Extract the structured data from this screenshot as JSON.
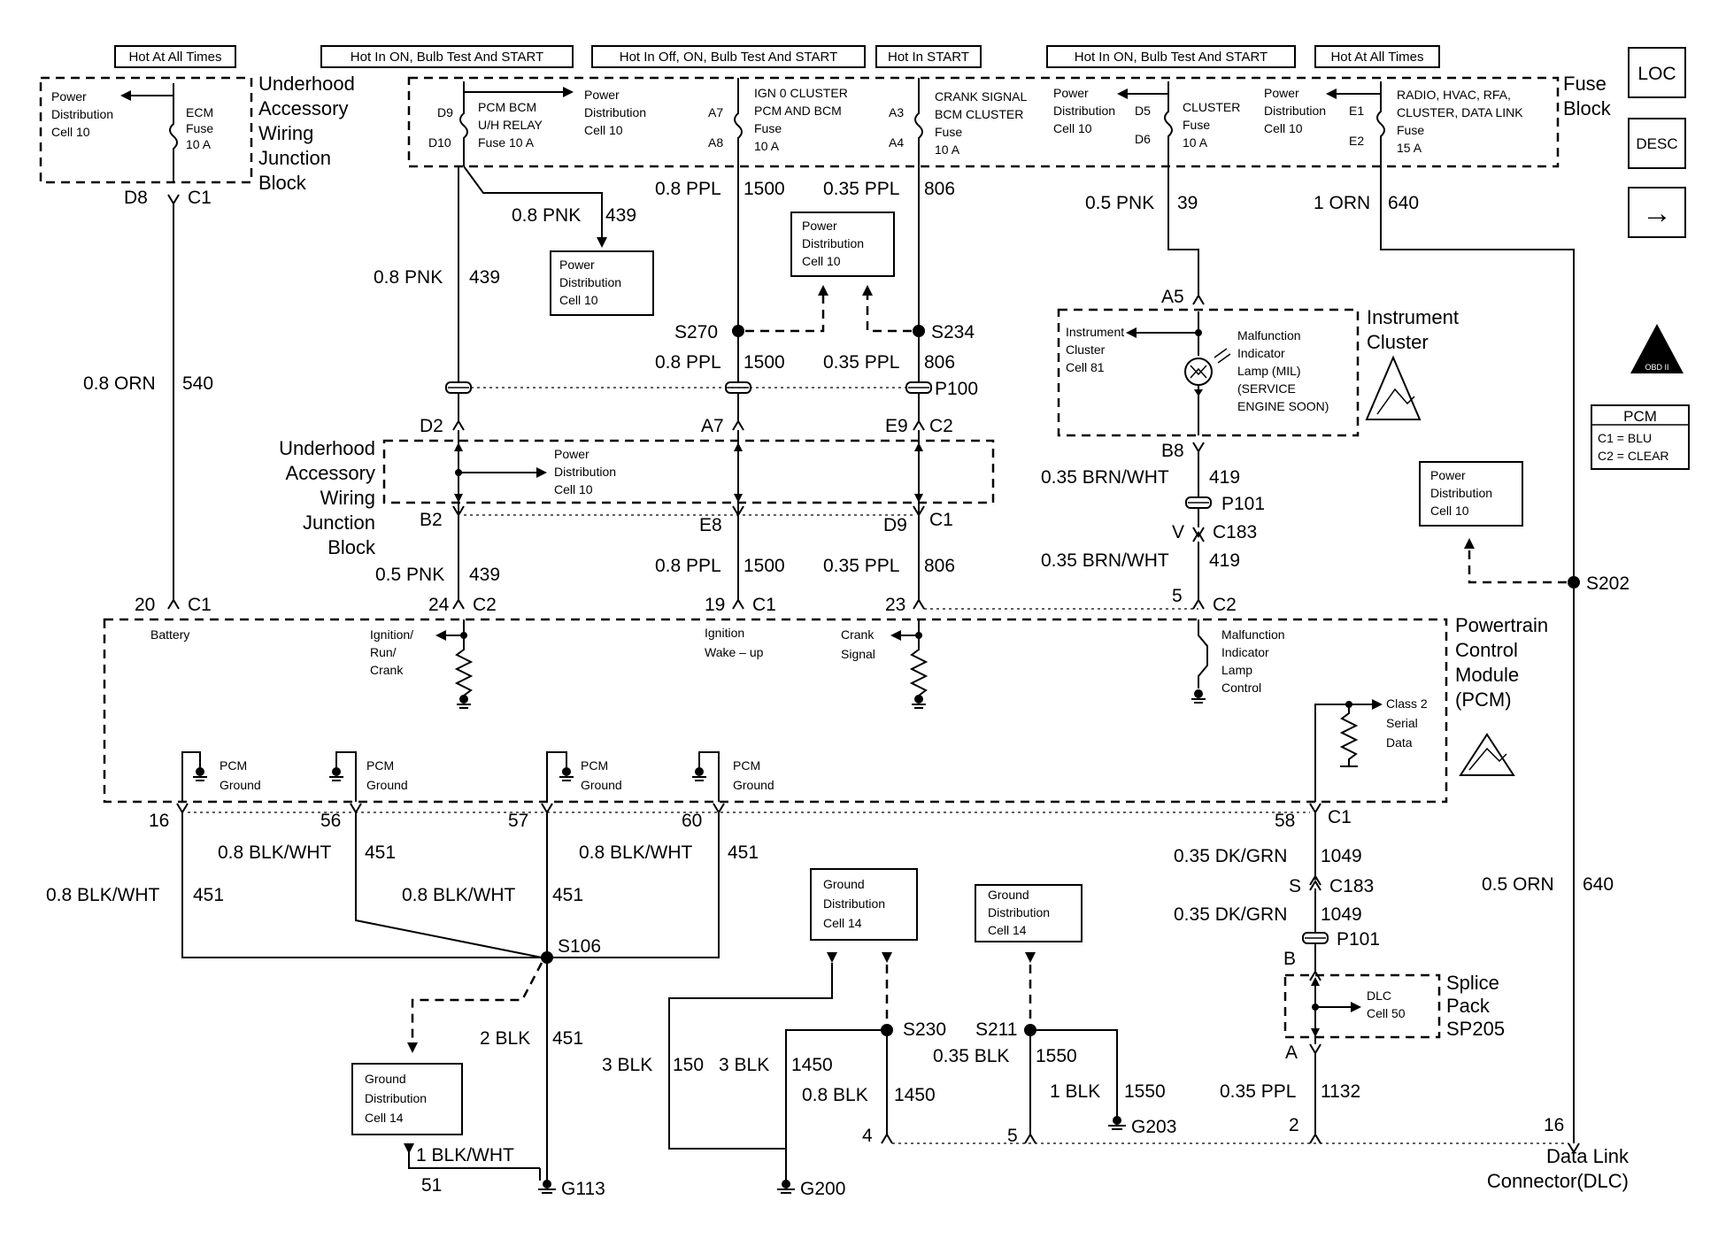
{
  "headers": [
    "Hot At All Times",
    "Hot In ON, Bulb Test And START",
    "Hot In Off, ON, Bulb Test And START",
    "Hot In START",
    "Hot In ON, Bulb Test And START",
    "Hot At All Times"
  ],
  "nav_buttons": {
    "loc": "LOC",
    "desc": "DESC",
    "next": "→"
  },
  "blocks": {
    "underhood_top": [
      "Underhood",
      "Accessory",
      "Wiring",
      "Junction",
      "Block"
    ],
    "underhood_mid": [
      "Underhood",
      "Accessory",
      "Wiring",
      "Junction",
      "Block"
    ],
    "fuse_block": [
      "Fuse",
      "Block"
    ],
    "instrument_cluster": [
      "Instrument",
      "Cluster"
    ],
    "pcm": [
      "Powertrain",
      "Control",
      "Module",
      "(PCM)"
    ],
    "splice_pack": [
      "Splice",
      "Pack",
      "SP205"
    ],
    "dlc": [
      "Data Link",
      "Connector(DLC)"
    ]
  },
  "fuses": {
    "ecm": [
      "ECM",
      "Fuse",
      "10 A"
    ],
    "pcm_bcm": [
      "PCM BCM",
      "U/H RELAY",
      "Fuse 10 A"
    ],
    "ign0": [
      "IGN 0 CLUSTER",
      "PCM AND BCM",
      "Fuse",
      "10 A"
    ],
    "crank": [
      "CRANK SIGNAL",
      "BCM CLUSTER",
      "Fuse",
      "10 A"
    ],
    "cluster": [
      "CLUSTER",
      "Fuse",
      "10 A"
    ],
    "radio": [
      "RADIO, HVAC, RFA,",
      "CLUSTER, DATA LINK",
      "Fuse",
      "15 A"
    ]
  },
  "pins": {
    "d9": "D9",
    "d10": "D10",
    "a7": "A7",
    "a8": "A8",
    "a3": "A3",
    "a4": "A4",
    "d5": "D5",
    "d6": "D6",
    "e1": "E1",
    "e2": "E2"
  },
  "power_distribution": [
    "Power",
    "Distribution",
    "Cell 10"
  ],
  "ground_distribution": [
    "Ground",
    "Distribution",
    "Cell 14"
  ],
  "wires": {
    "w540_color": "0.8 ORN",
    "w540_num": "540",
    "w439_color": "0.8 PNK",
    "w439_num": "439",
    "w439b_color": "0.8 PNK",
    "w439b_num": "439",
    "w439c_color": "0.5 PNK",
    "w439c_num": "439",
    "w1500_color": "0.8 PPL",
    "w1500_num": "1500",
    "w1500b_color": "0.8 PPL",
    "w1500b_num": "1500",
    "w1500c_color": "0.8 PPL",
    "w1500c_num": "1500",
    "w806_color": "0.35 PPL",
    "w806_num": "806",
    "w806b_color": "0.35 PPL",
    "w806b_num": "806",
    "w806c_color": "0.35 PPL",
    "w806c_num": "806",
    "w39_color": "0.5 PNK",
    "w39_num": "39",
    "w640_color": "1 ORN",
    "w640_num": "640",
    "w640b_color": "0.5 ORN",
    "w640b_num": "640",
    "w419_color": "0.35 BRN/WHT",
    "w419_num": "419",
    "w419b_color": "0.35 BRN/WHT",
    "w419b_num": "419",
    "w451a_color": "0.8 BLK/WHT",
    "w451a_num": "451",
    "w451b_color": "0.8 BLK/WHT",
    "w451b_num": "451",
    "w451c_color": "0.8 BLK/WHT",
    "w451c_num": "451",
    "w451d_color": "0.8 BLK/WHT",
    "w451d_num": "451",
    "w451e_color": "2 BLK",
    "w451e_num": "451",
    "w1049_color": "0.35 DK/GRN",
    "w1049_num": "1049",
    "w1049b_color": "0.35 DK/GRN",
    "w1049b_num": "1049",
    "w150_color": "3 BLK",
    "w150_num": "150",
    "w1450_color": "3 BLK",
    "w1450_num": "1450",
    "w1450b_color": "0.8 BLK",
    "w1450b_num": "1450",
    "w1550_color": "0.35 BLK",
    "w1550_num": "1550",
    "w1550b_color": "1 BLK",
    "w1550b_num": "1550",
    "w1132_color": "0.35 PPL",
    "w1132_num": "1132",
    "w51_label": "1 BLK/WHT",
    "w51_num": "51"
  },
  "connectors": {
    "d8": "D8",
    "c1": "C1",
    "c2": "C2",
    "d2": "D2",
    "a7": "A7",
    "e9": "E9",
    "b2": "B2",
    "e8": "E8",
    "d9": "D9",
    "a5": "A5",
    "b8": "B8",
    "p100": "P100",
    "p101": "P101",
    "v": "V",
    "c183": "C183",
    "s": "S",
    "b": "B",
    "a": "A",
    "pin20": "20",
    "pin24": "24",
    "pin19": "19",
    "pin23": "23",
    "pin5": "5",
    "pin16": "16",
    "pin56": "56",
    "pin57": "57",
    "pin60": "60",
    "pin58": "58",
    "dlc4": "4",
    "dlc5": "5",
    "dlc2": "2",
    "dlc16": "16"
  },
  "splices": {
    "s270": "S270",
    "s234": "S234",
    "s202": "S202",
    "s106": "S106",
    "s230": "S230",
    "s211": "S211"
  },
  "grounds": {
    "g113": "G113",
    "g200": "G200",
    "g203": "G203"
  },
  "pcm_internal": {
    "battery": "Battery",
    "ignition_run": [
      "Ignition/",
      "Run/",
      "Crank"
    ],
    "ignition_wake": [
      "Ignition",
      "Wake – up"
    ],
    "crank_signal": [
      "Crank",
      "Signal"
    ],
    "mil_control": [
      "Malfunction",
      "Indicator",
      "Lamp",
      "Control"
    ],
    "class2": [
      "Class 2",
      "Serial",
      "Data"
    ],
    "pcm_ground": [
      "PCM",
      "Ground"
    ]
  },
  "cluster_internal": {
    "cell81": [
      "Instrument",
      "Cluster",
      "Cell 81"
    ],
    "mil": [
      "Malfunction",
      "Indicator",
      "Lamp (MIL)",
      "(SERVICE",
      "ENGINE SOON)"
    ]
  },
  "dlc_cell": [
    "DLC",
    "Cell 50"
  ],
  "pcm_legend": {
    "title": "PCM",
    "c1": "C1 = BLU",
    "c2": "C2 = CLEAR"
  },
  "obd_badge": "OBD II"
}
